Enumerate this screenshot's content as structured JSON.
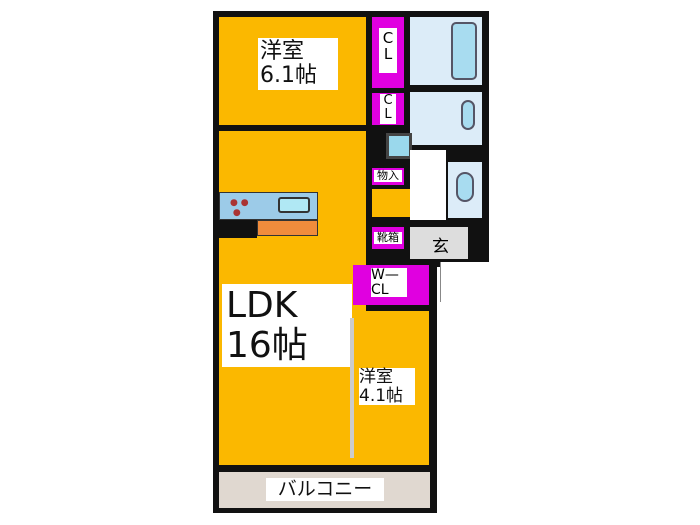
{
  "rooms": {
    "western1": {
      "name": "洋室",
      "size": "6.1帖"
    },
    "ldk": {
      "name": "LDK",
      "size": "16帖"
    },
    "western2": {
      "name": "洋室",
      "size": "4.1帖"
    },
    "closet1": "C L",
    "closet2": "C L",
    "storage": "物入",
    "shoebox": "靴箱",
    "entrance": "玄",
    "wic": {
      "line1": "W—",
      "line2": "CL"
    },
    "balcony": "バルコニー"
  },
  "colors": {
    "room": "#fbb800",
    "closet": "#e000e0",
    "water": "#dcecf8",
    "balcony": "#e0d8d0"
  }
}
